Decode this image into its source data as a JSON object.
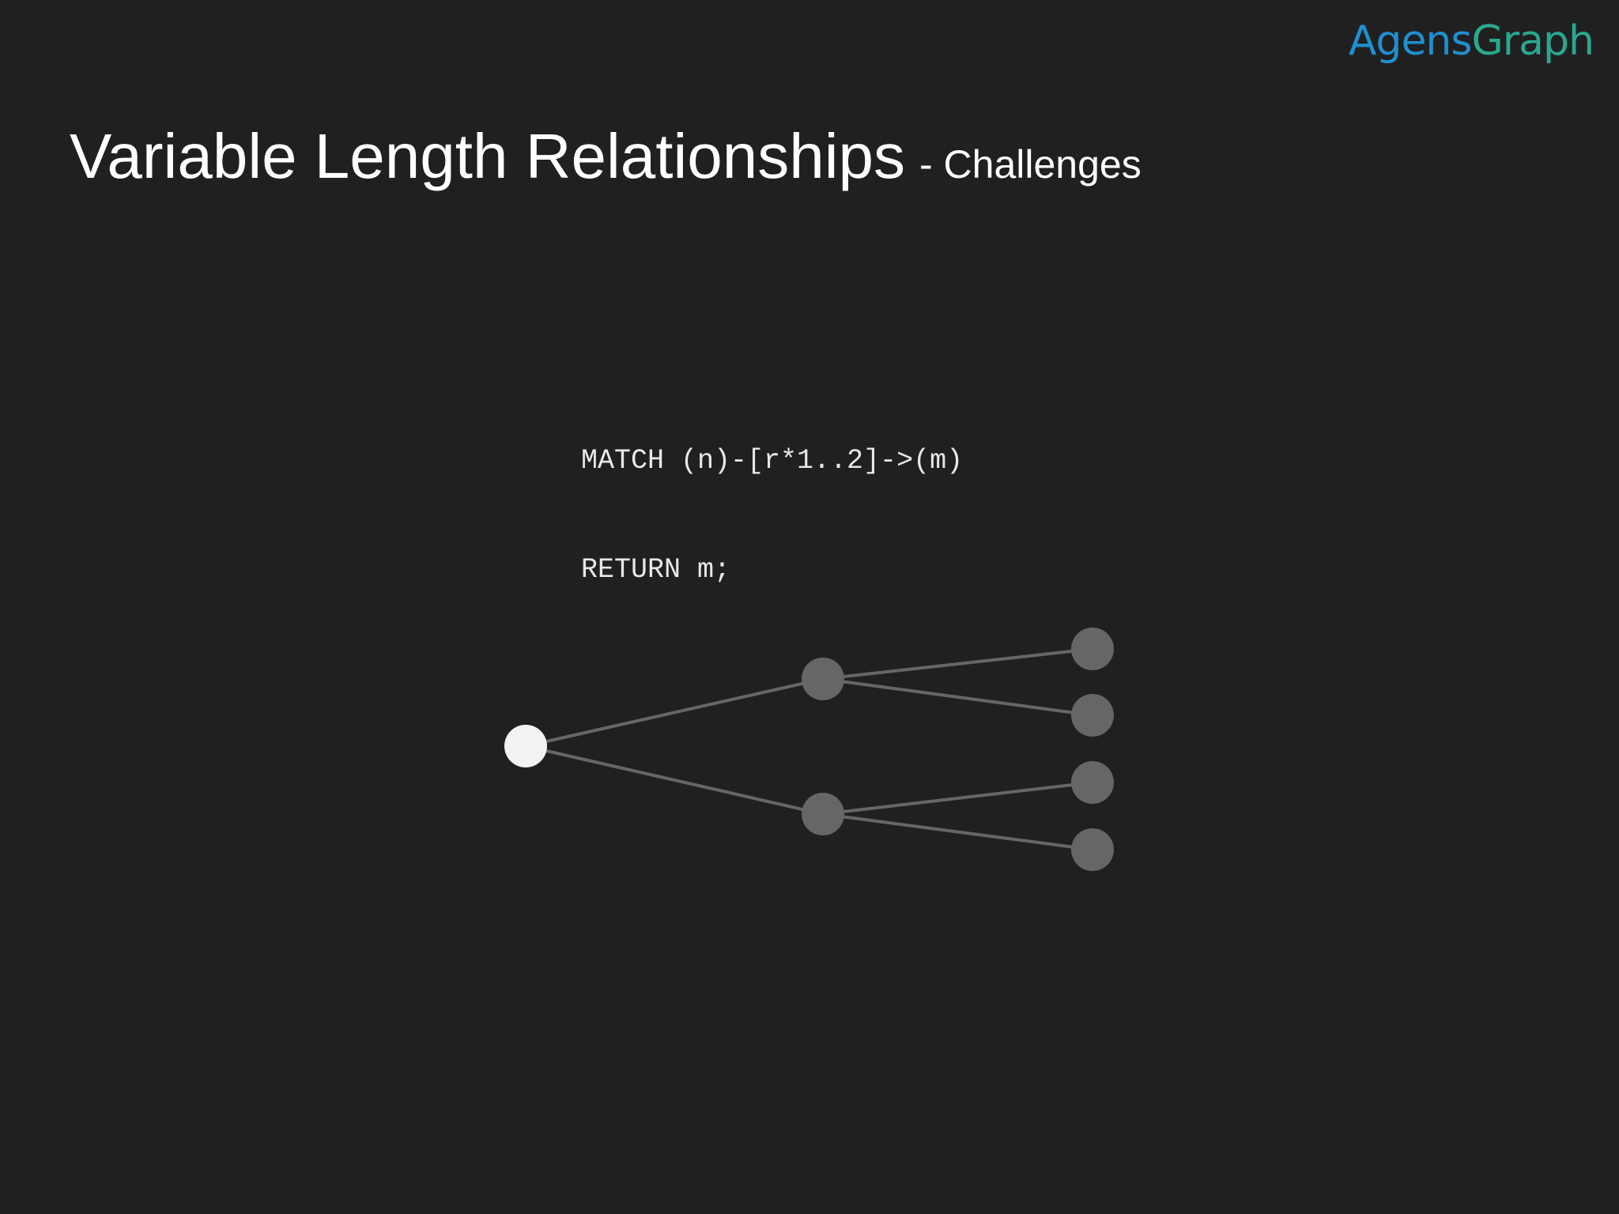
{
  "logo": {
    "part1": "Agens",
    "part2": "Graph",
    "color1": "#1f8fd0",
    "color2": "#2aa88e"
  },
  "title": {
    "main": "Variable Length Relationships",
    "sub": "- Challenges"
  },
  "code": {
    "lines": [
      "MATCH (n)-[r*1..2]->(m)",
      "RETURN m;"
    ]
  },
  "colors": {
    "background": "#202020",
    "start_node": "#f2f2f2",
    "other_node": "#666666",
    "edge": "#666666"
  }
}
